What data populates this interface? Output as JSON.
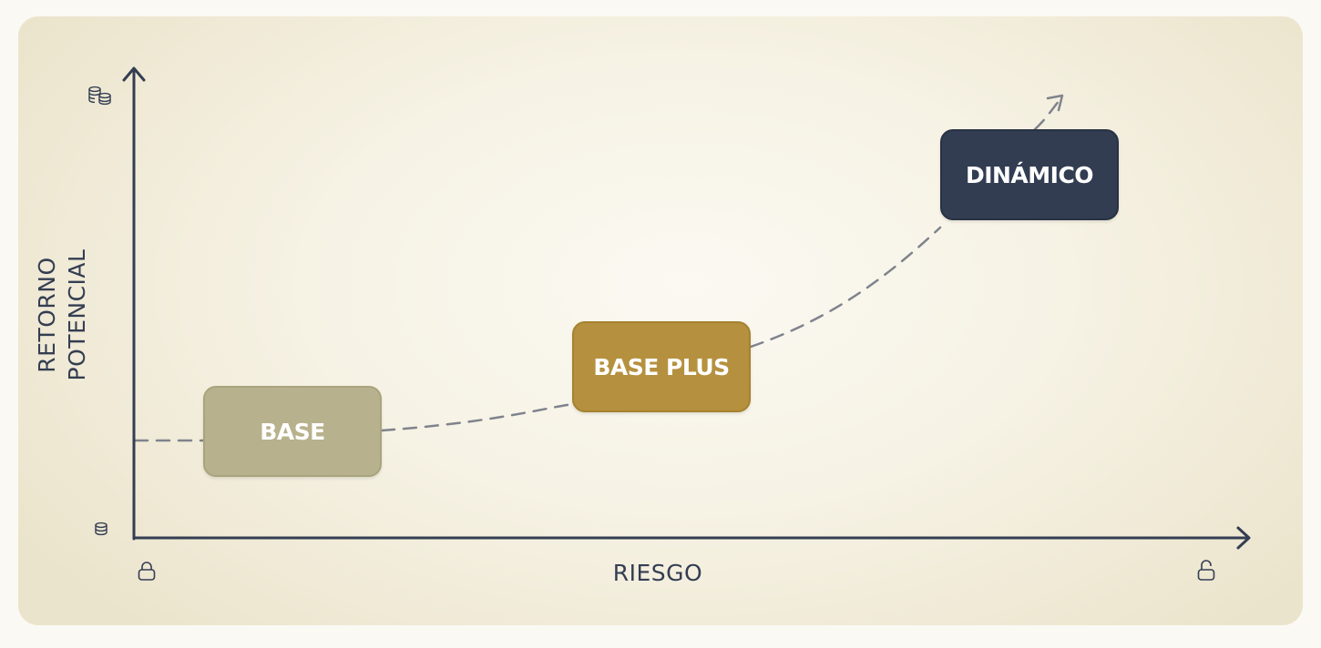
{
  "y_axis": {
    "label_line1": "RETORNO",
    "label_line2": "POTENCIAL",
    "top_icon": "coins-stack-icon",
    "bottom_icon": "single-coin-icon"
  },
  "x_axis": {
    "label": "RIESGO",
    "left_icon": "lock-closed-icon",
    "right_icon": "lock-open-icon"
  },
  "boxes": [
    {
      "label": "BASE",
      "color": "#b7b18d"
    },
    {
      "label": "BASE PLUS",
      "color": "#b5913f"
    },
    {
      "label": "DINÁMICO",
      "color": "#323d52"
    }
  ],
  "colors": {
    "axis": "#343e52",
    "curve": "#7f838c",
    "panel": "#f6f2e4"
  }
}
